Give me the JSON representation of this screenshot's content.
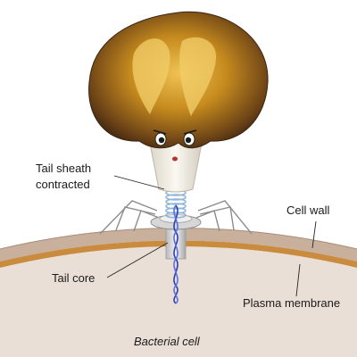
{
  "labels": {
    "tail_sheath_line1": "Tail sheath",
    "tail_sheath_line2": "contracted",
    "cell_wall": "Cell wall",
    "tail_core": "Tail core",
    "plasma_membrane": "Plasma membrane",
    "bacterial_cell": "Bacterial cell"
  },
  "colors": {
    "cytoplasm": "#eadfd6",
    "cell_wall": "#c9b09c",
    "membrane": "#c98b3e",
    "head_dark": "#4a2e12",
    "head_gold": "#c58a1e",
    "sheath": "#e9e5dc",
    "dna": "#2b3fb3"
  },
  "icons": {
    "head": "phage-capsid-icon",
    "face": "cartoon-face-icon",
    "dna": "dna-helix-icon"
  }
}
